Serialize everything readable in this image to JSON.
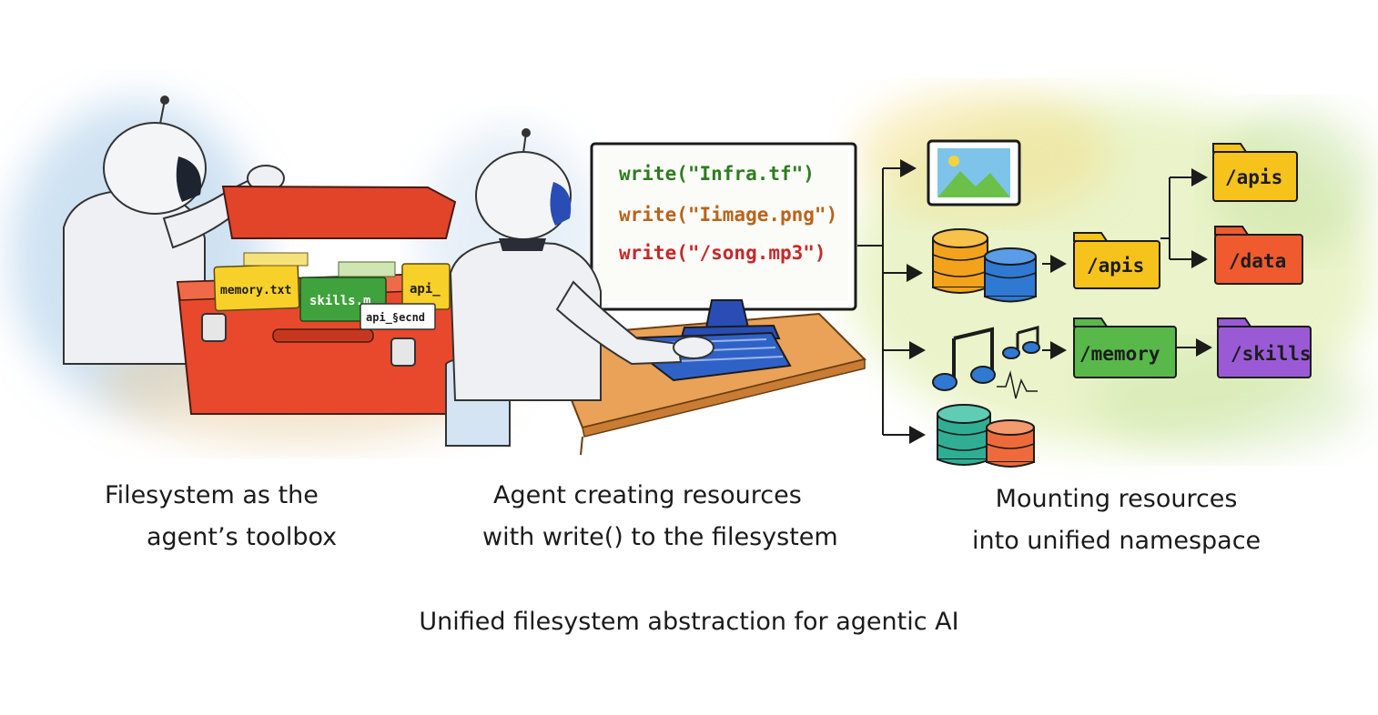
{
  "panels": [
    {
      "caption_line1": "Filesystem as the",
      "caption_line2": "agent’s toolbox",
      "toolbox_files": [
        "memory.txt",
        "skills.m",
        "api_",
        "api_§ecnd"
      ]
    },
    {
      "caption_line1": "Agent creating resources",
      "caption_line2": "with write() to the filesystem",
      "code_lines": [
        {
          "text": "write(\"Infra.tf\")",
          "color": "#2e7d1f"
        },
        {
          "text": "write(\"Iimage.png\")",
          "color": "#b8641a"
        },
        {
          "text": "write(\"/song.mp3\")",
          "color": "#c62828"
        }
      ]
    },
    {
      "caption_line1": "Mounting resources",
      "caption_line2": "into unified namespace",
      "folders": {
        "apis_mid": "/apis",
        "memory": "/memory",
        "apis_top": "/apis",
        "data": "/data",
        "skills": "/skills"
      }
    }
  ],
  "main_caption": "Unified filesystem abstraction for agentic AI",
  "colors": {
    "folder_yellow": "#f6c21c",
    "folder_red": "#ef5a2e",
    "folder_green": "#58b84a",
    "folder_purple": "#9a5ad6",
    "toolbox_red": "#e8492c",
    "monitor_blue": "#2a4db5",
    "desk_orange": "#e9a257"
  },
  "icons": [
    "robot-icon",
    "toolbox-icon",
    "monitor-icon",
    "keyboard-icon",
    "image-file-icon",
    "database-icon",
    "music-notes-icon",
    "folder-icon",
    "arrow-icon"
  ]
}
